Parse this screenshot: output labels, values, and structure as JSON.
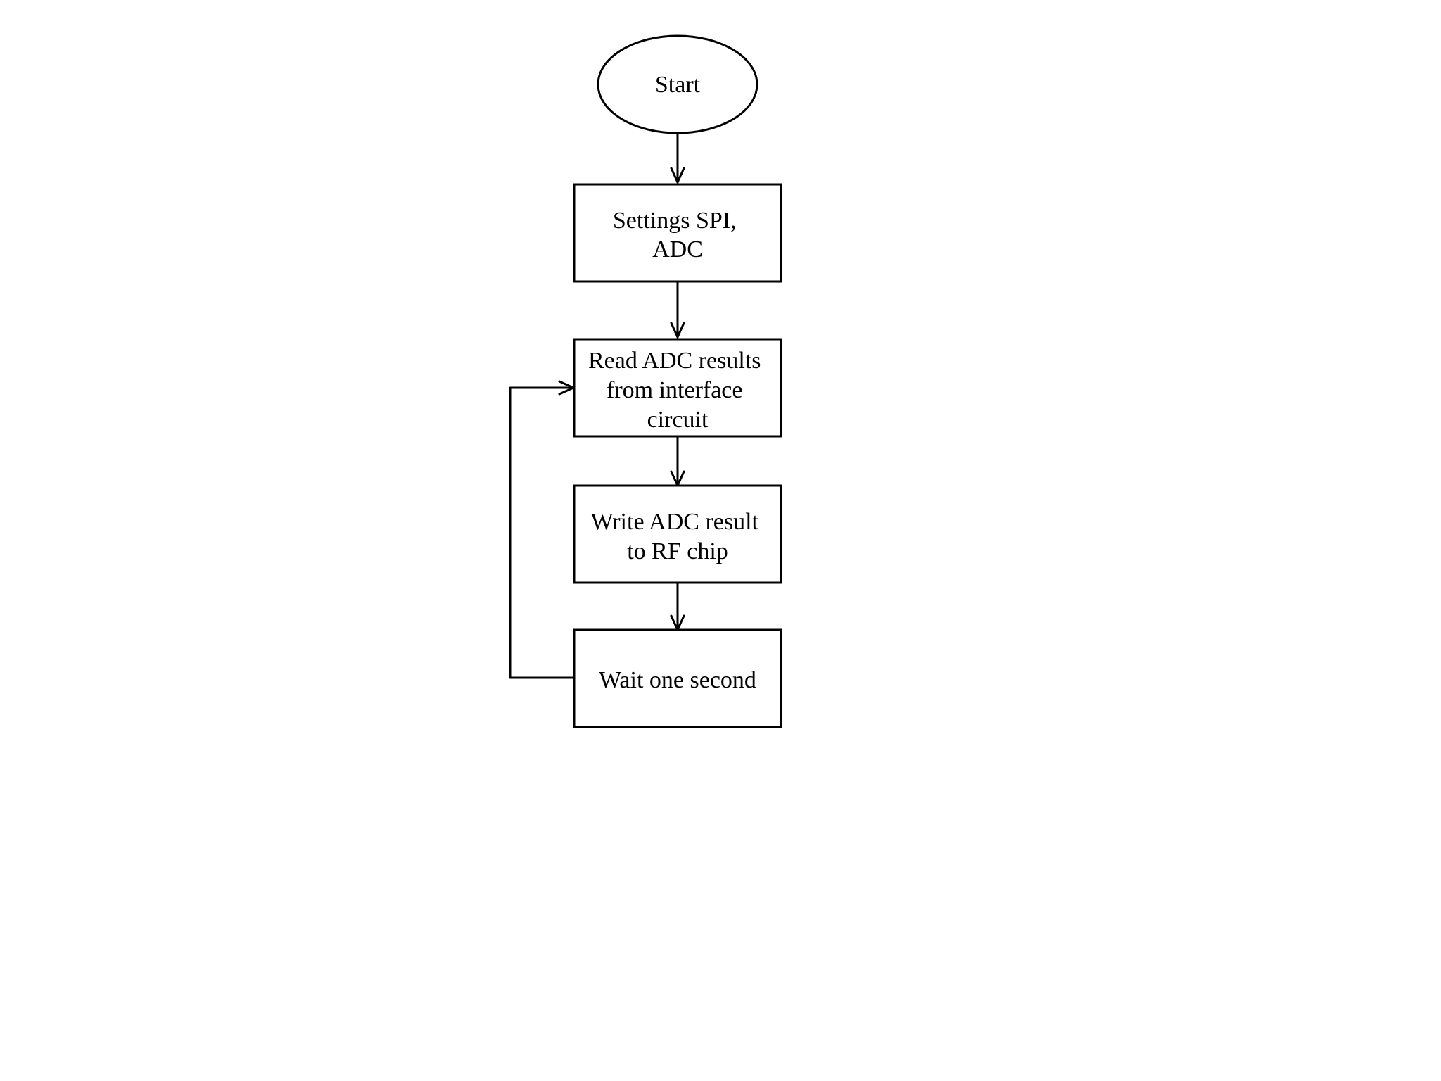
{
  "diagram": {
    "type": "flowchart",
    "colors": {
      "stroke": "#000000",
      "fill": "#ffffff",
      "text": "#000000",
      "background": "#ffffff"
    },
    "nodes": [
      {
        "id": "start",
        "shape": "ellipse",
        "lines": [
          "Start"
        ]
      },
      {
        "id": "settings",
        "shape": "rect",
        "lines": [
          "Settings SPI,",
          "ADC"
        ]
      },
      {
        "id": "read",
        "shape": "rect",
        "lines": [
          "Read ADC results",
          "from interface",
          "circuit"
        ]
      },
      {
        "id": "write",
        "shape": "rect",
        "lines": [
          "Write ADC result",
          "to RF chip"
        ]
      },
      {
        "id": "wait",
        "shape": "rect",
        "lines": [
          "Wait one second"
        ]
      }
    ],
    "edges": [
      {
        "from": "start",
        "to": "settings"
      },
      {
        "from": "settings",
        "to": "read"
      },
      {
        "from": "read",
        "to": "write"
      },
      {
        "from": "write",
        "to": "wait"
      },
      {
        "from": "wait",
        "to": "read",
        "kind": "loop-back-left"
      }
    ]
  }
}
